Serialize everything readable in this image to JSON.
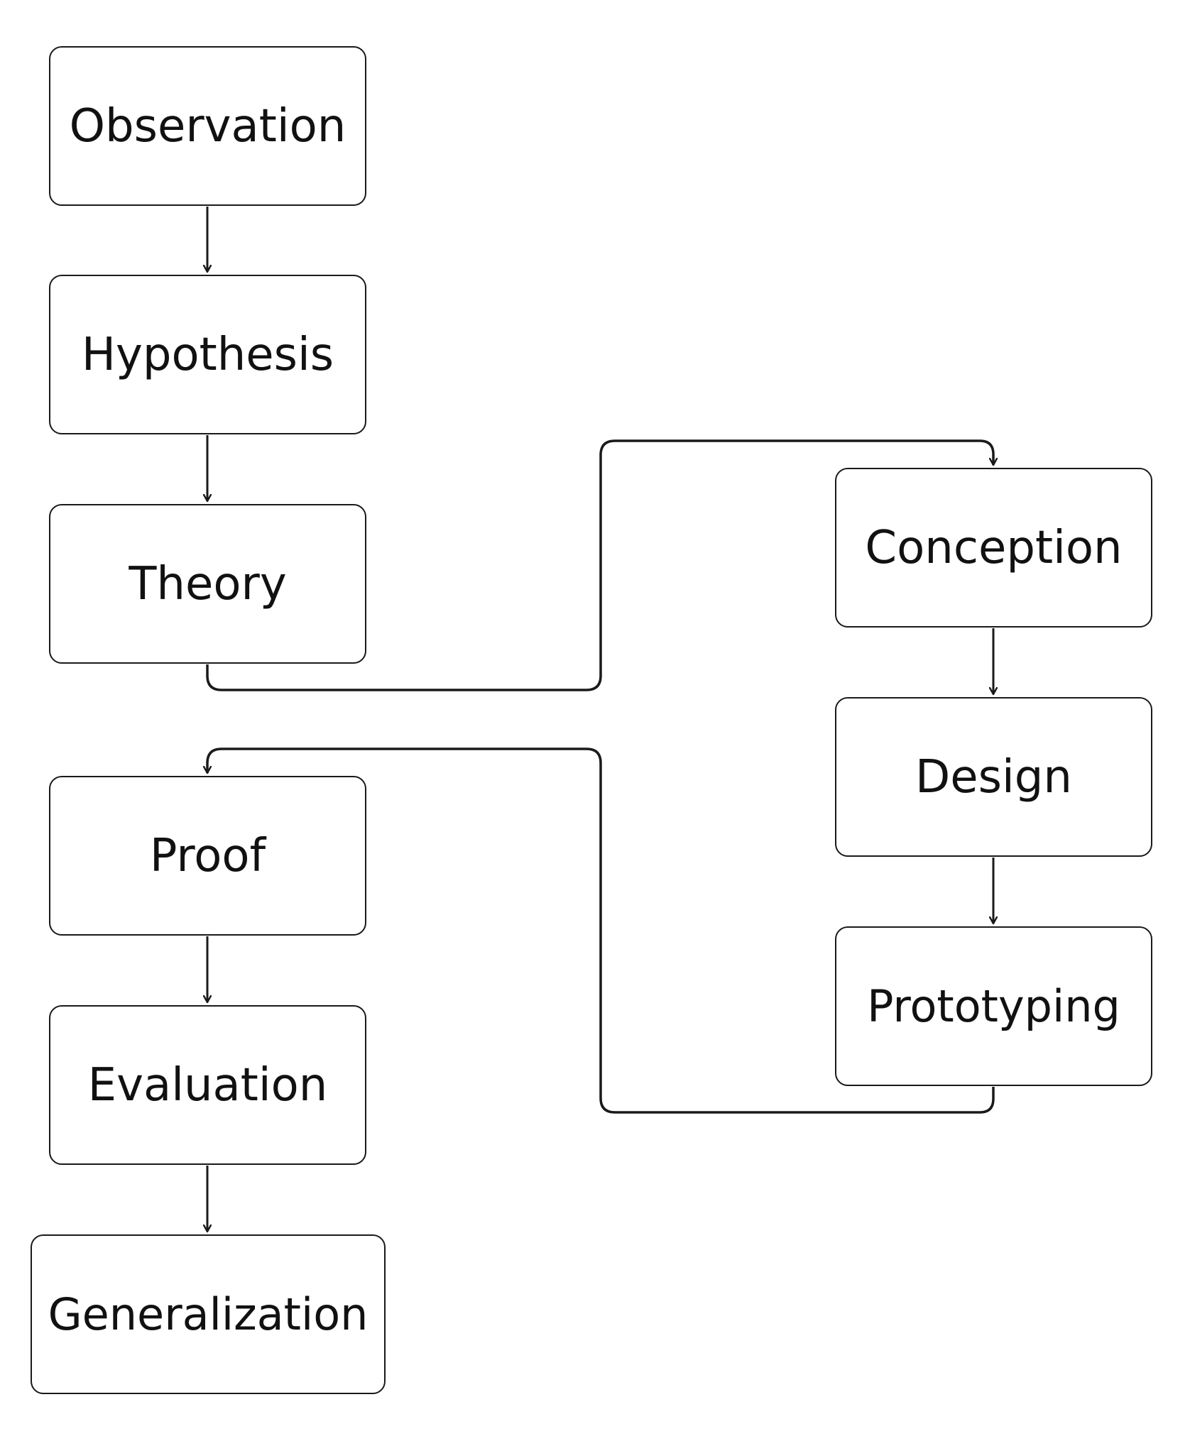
{
  "diagram": {
    "nodes": {
      "observation": "Observation",
      "hypothesis": "Hypothesis",
      "theory": "Theory",
      "conception": "Conception",
      "design": "Design",
      "prototyping": "Prototyping",
      "proof": "Proof",
      "evaluation": "Evaluation",
      "generalization": "Generalization"
    },
    "edges": [
      [
        "observation",
        "hypothesis"
      ],
      [
        "hypothesis",
        "theory"
      ],
      [
        "theory",
        "conception"
      ],
      [
        "conception",
        "design"
      ],
      [
        "design",
        "prototyping"
      ],
      [
        "prototyping",
        "proof"
      ],
      [
        "proof",
        "evaluation"
      ],
      [
        "evaluation",
        "generalization"
      ]
    ],
    "colors": {
      "stroke": "#1a1a1a",
      "text": "#111111",
      "background": "#ffffff"
    }
  }
}
